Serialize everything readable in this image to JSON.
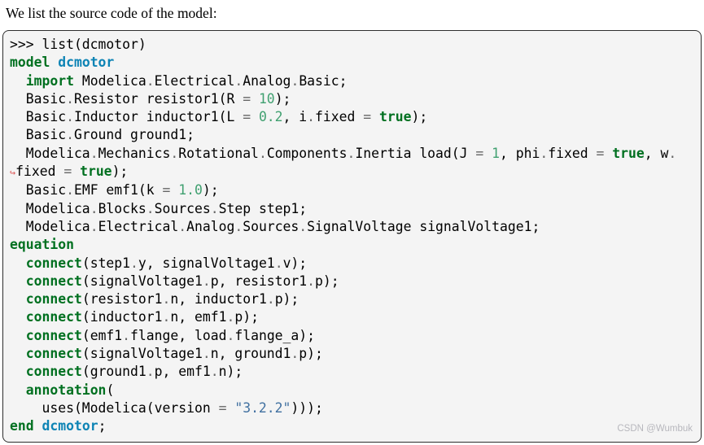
{
  "intro": {
    "text": "We list the source code of the model:"
  },
  "watermark": {
    "text": "CSDN @Wumbuk"
  },
  "colors": {
    "keyword": "#007020",
    "class_name": "#0e84b5",
    "number": "#40a070",
    "string": "#4070a0",
    "operator": "#666666",
    "plain": "#000000",
    "wrap_arrow": "#dd5a5a",
    "box_background": "#f4f4f4",
    "box_border": "#2e2e2e",
    "watermark": "#b7b7bd"
  },
  "code": {
    "language": "modelica",
    "lines": [
      [
        [
          "pln",
          ">>> list(dcmotor)"
        ]
      ],
      [
        [
          "kw",
          "model"
        ],
        [
          "pln",
          " "
        ],
        [
          "cls",
          "dcmotor"
        ]
      ],
      [
        [
          "pln",
          "  "
        ],
        [
          "kw",
          "import"
        ],
        [
          "pln",
          " Modelica"
        ],
        [
          "op",
          "."
        ],
        [
          "pln",
          "Electrical"
        ],
        [
          "op",
          "."
        ],
        [
          "pln",
          "Analog"
        ],
        [
          "op",
          "."
        ],
        [
          "pln",
          "Basic;"
        ]
      ],
      [
        [
          "pln",
          "  Basic"
        ],
        [
          "op",
          "."
        ],
        [
          "pln",
          "Resistor resistor1(R "
        ],
        [
          "op",
          "="
        ],
        [
          "pln",
          " "
        ],
        [
          "num",
          "10"
        ],
        [
          "pln",
          ");"
        ]
      ],
      [
        [
          "pln",
          "  Basic"
        ],
        [
          "op",
          "."
        ],
        [
          "pln",
          "Inductor inductor1(L "
        ],
        [
          "op",
          "="
        ],
        [
          "pln",
          " "
        ],
        [
          "num",
          "0.2"
        ],
        [
          "pln",
          ", i"
        ],
        [
          "op",
          "."
        ],
        [
          "pln",
          "fixed "
        ],
        [
          "op",
          "="
        ],
        [
          "pln",
          " "
        ],
        [
          "kw",
          "true"
        ],
        [
          "pln",
          ");"
        ]
      ],
      [
        [
          "pln",
          "  Basic"
        ],
        [
          "op",
          "."
        ],
        [
          "pln",
          "Ground ground1;"
        ]
      ],
      [
        [
          "pln",
          "  Modelica"
        ],
        [
          "op",
          "."
        ],
        [
          "pln",
          "Mechanics"
        ],
        [
          "op",
          "."
        ],
        [
          "pln",
          "Rotational"
        ],
        [
          "op",
          "."
        ],
        [
          "pln",
          "Components"
        ],
        [
          "op",
          "."
        ],
        [
          "pln",
          "Inertia load(J "
        ],
        [
          "op",
          "="
        ],
        [
          "pln",
          " "
        ],
        [
          "num",
          "1"
        ],
        [
          "pln",
          ", phi"
        ],
        [
          "op",
          "."
        ],
        [
          "pln",
          "fixed "
        ],
        [
          "op",
          "="
        ],
        [
          "pln",
          " "
        ],
        [
          "kw",
          "true"
        ],
        [
          "pln",
          ", w"
        ],
        [
          "op",
          "."
        ]
      ],
      [
        [
          "arrow",
          "↪"
        ],
        [
          "pln",
          "fixed "
        ],
        [
          "op",
          "="
        ],
        [
          "pln",
          " "
        ],
        [
          "kw",
          "true"
        ],
        [
          "pln",
          ");"
        ]
      ],
      [
        [
          "pln",
          "  Basic"
        ],
        [
          "op",
          "."
        ],
        [
          "pln",
          "EMF emf1(k "
        ],
        [
          "op",
          "="
        ],
        [
          "pln",
          " "
        ],
        [
          "num",
          "1.0"
        ],
        [
          "pln",
          ");"
        ]
      ],
      [
        [
          "pln",
          "  Modelica"
        ],
        [
          "op",
          "."
        ],
        [
          "pln",
          "Blocks"
        ],
        [
          "op",
          "."
        ],
        [
          "pln",
          "Sources"
        ],
        [
          "op",
          "."
        ],
        [
          "pln",
          "Step step1;"
        ]
      ],
      [
        [
          "pln",
          "  Modelica"
        ],
        [
          "op",
          "."
        ],
        [
          "pln",
          "Electrical"
        ],
        [
          "op",
          "."
        ],
        [
          "pln",
          "Analog"
        ],
        [
          "op",
          "."
        ],
        [
          "pln",
          "Sources"
        ],
        [
          "op",
          "."
        ],
        [
          "pln",
          "SignalVoltage signalVoltage1;"
        ]
      ],
      [
        [
          "kw",
          "equation"
        ]
      ],
      [
        [
          "pln",
          "  "
        ],
        [
          "kw",
          "connect"
        ],
        [
          "pln",
          "(step1"
        ],
        [
          "op",
          "."
        ],
        [
          "pln",
          "y, signalVoltage1"
        ],
        [
          "op",
          "."
        ],
        [
          "pln",
          "v);"
        ]
      ],
      [
        [
          "pln",
          "  "
        ],
        [
          "kw",
          "connect"
        ],
        [
          "pln",
          "(signalVoltage1"
        ],
        [
          "op",
          "."
        ],
        [
          "pln",
          "p, resistor1"
        ],
        [
          "op",
          "."
        ],
        [
          "pln",
          "p);"
        ]
      ],
      [
        [
          "pln",
          "  "
        ],
        [
          "kw",
          "connect"
        ],
        [
          "pln",
          "(resistor1"
        ],
        [
          "op",
          "."
        ],
        [
          "pln",
          "n, inductor1"
        ],
        [
          "op",
          "."
        ],
        [
          "pln",
          "p);"
        ]
      ],
      [
        [
          "pln",
          "  "
        ],
        [
          "kw",
          "connect"
        ],
        [
          "pln",
          "(inductor1"
        ],
        [
          "op",
          "."
        ],
        [
          "pln",
          "n, emf1"
        ],
        [
          "op",
          "."
        ],
        [
          "pln",
          "p);"
        ]
      ],
      [
        [
          "pln",
          "  "
        ],
        [
          "kw",
          "connect"
        ],
        [
          "pln",
          "(emf1"
        ],
        [
          "op",
          "."
        ],
        [
          "pln",
          "flange, load"
        ],
        [
          "op",
          "."
        ],
        [
          "pln",
          "flange_a);"
        ]
      ],
      [
        [
          "pln",
          "  "
        ],
        [
          "kw",
          "connect"
        ],
        [
          "pln",
          "(signalVoltage1"
        ],
        [
          "op",
          "."
        ],
        [
          "pln",
          "n, ground1"
        ],
        [
          "op",
          "."
        ],
        [
          "pln",
          "p);"
        ]
      ],
      [
        [
          "pln",
          "  "
        ],
        [
          "kw",
          "connect"
        ],
        [
          "pln",
          "(ground1"
        ],
        [
          "op",
          "."
        ],
        [
          "pln",
          "p, emf1"
        ],
        [
          "op",
          "."
        ],
        [
          "pln",
          "n);"
        ]
      ],
      [
        [
          "pln",
          "  "
        ],
        [
          "kw",
          "annotation"
        ],
        [
          "pln",
          "("
        ]
      ],
      [
        [
          "pln",
          "    uses(Modelica(version "
        ],
        [
          "op",
          "="
        ],
        [
          "pln",
          " "
        ],
        [
          "str",
          "\"3.2.2\""
        ],
        [
          "pln",
          ")));"
        ]
      ],
      [
        [
          "kw",
          "end"
        ],
        [
          "pln",
          " "
        ],
        [
          "cls",
          "dcmotor"
        ],
        [
          "pln",
          ";"
        ]
      ]
    ]
  }
}
